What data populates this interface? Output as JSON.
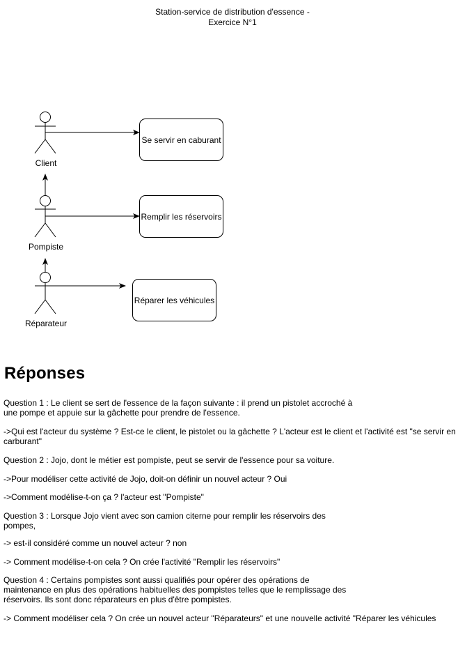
{
  "title": "Station-service de distribution d'essence -\nExercice N°1",
  "actors": [
    {
      "label": "Client"
    },
    {
      "label": "Pompiste"
    },
    {
      "label": "Réparateur"
    }
  ],
  "use_cases": [
    {
      "label": "Se servir en caburant"
    },
    {
      "label": "Remplir les réservoirs"
    },
    {
      "label": "Réparer les véhicules"
    }
  ],
  "answers": {
    "heading": "Réponses",
    "q1": "Question 1 : Le client se sert de l'essence de la façon suivante : il prend un pistolet accroché à une pompe et appuie sur la gâchette pour prendre de l'essence.",
    "a1": "->Qui est l'acteur du système ? Est-ce le client, le pistolet ou la gâchette ? L'acteur est le client et l'activité est \"se servir en carburant\"",
    "q2": "Question 2 : Jojo, dont le métier est pompiste, peut se servir de l'essence pour sa voiture.",
    "a2a": "->Pour modéliser cette activité de Jojo, doit-on définir un nouvel acteur ? Oui",
    "a2b": "->Comment modélise-t-on ça ? l'acteur est \"Pompiste\"",
    "q3": "Question 3 : Lorsque Jojo vient avec son camion citerne pour remplir les réservoirs des pompes,",
    "a3a": "-> est-il considéré comme un nouvel acteur ? non",
    "a3b": "-> Comment modélise-t-on cela ? On crée l'activité \"Remplir les réservoirs\"",
    "q4": "Question 4 : Certains pompistes sont aussi qualifiés pour opérer des opérations de maintenance en plus des opérations habituelles des pompistes telles que le remplissage des réservoirs. Ils sont donc réparateurs en plus d'être pompistes.",
    "a4": "-> Comment modéliser cela ? On crée un nouvel acteur \"Réparateurs\" et une nouvelle activité \"Réparer les véhicules"
  }
}
